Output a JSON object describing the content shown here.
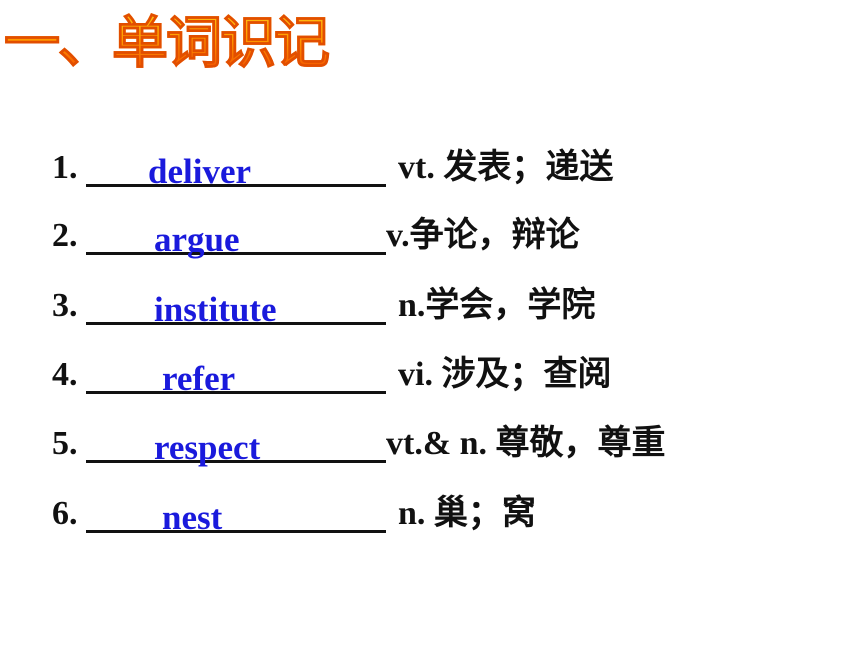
{
  "title": "一、单词识记",
  "items": [
    {
      "num": "1.",
      "answer": "deliver",
      "meaning": "vt. 发表；递送"
    },
    {
      "num": "2.",
      "answer": "argue",
      "meaning": "v.争论，辩论"
    },
    {
      "num": "3.",
      "answer": "institute",
      "meaning": "n.学会，学院"
    },
    {
      "num": "4.",
      "answer": "refer",
      "meaning": "vi. 涉及；查阅"
    },
    {
      "num": "5.",
      "answer": "respect",
      "meaning": "vt.& n. 尊敬，尊重"
    },
    {
      "num": "6.",
      "answer": "nest",
      "meaning": "n. 巢；窝"
    }
  ],
  "colors": {
    "answer": "#1a1adc",
    "text": "#111111",
    "title_gradient_top": "#ffcf1a",
    "title_gradient_bottom": "#ee3300"
  }
}
